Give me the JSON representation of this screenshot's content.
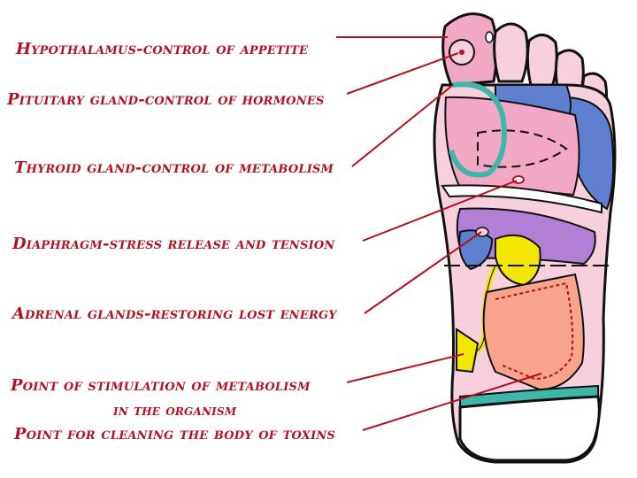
{
  "labels": [
    {
      "id": "hypothalamus",
      "text": "Hypothalamus-control of appetite"
    },
    {
      "id": "pituitary",
      "text": "Pituitary gland-control of hormones"
    },
    {
      "id": "thyroid",
      "text": "Thyroid gland-control of metabolism"
    },
    {
      "id": "diaphragm",
      "text": "Diaphragm-stress release and tension"
    },
    {
      "id": "adrenal",
      "text": "Adrenal glands-restoring lost energy"
    },
    {
      "id": "metabolism",
      "text": "Point of stimulation of metabolism",
      "line2": "in the organism"
    },
    {
      "id": "toxins",
      "text": "Point for cleaning the body of toxins"
    }
  ],
  "colors": {
    "label_text": "#b3121f",
    "leader_line": "#b3121f",
    "outline": "#111111",
    "pink_zone": "#f2a8c4",
    "light_pink": "#f6d0dd",
    "blue_zone": "#5f7fd0",
    "teal_zone": "#3fb7a8",
    "purple_zone": "#b07fd6",
    "yellow_zone": "#f3e600",
    "orange_zone": "#f7a48a",
    "heel": "#ffffff"
  }
}
